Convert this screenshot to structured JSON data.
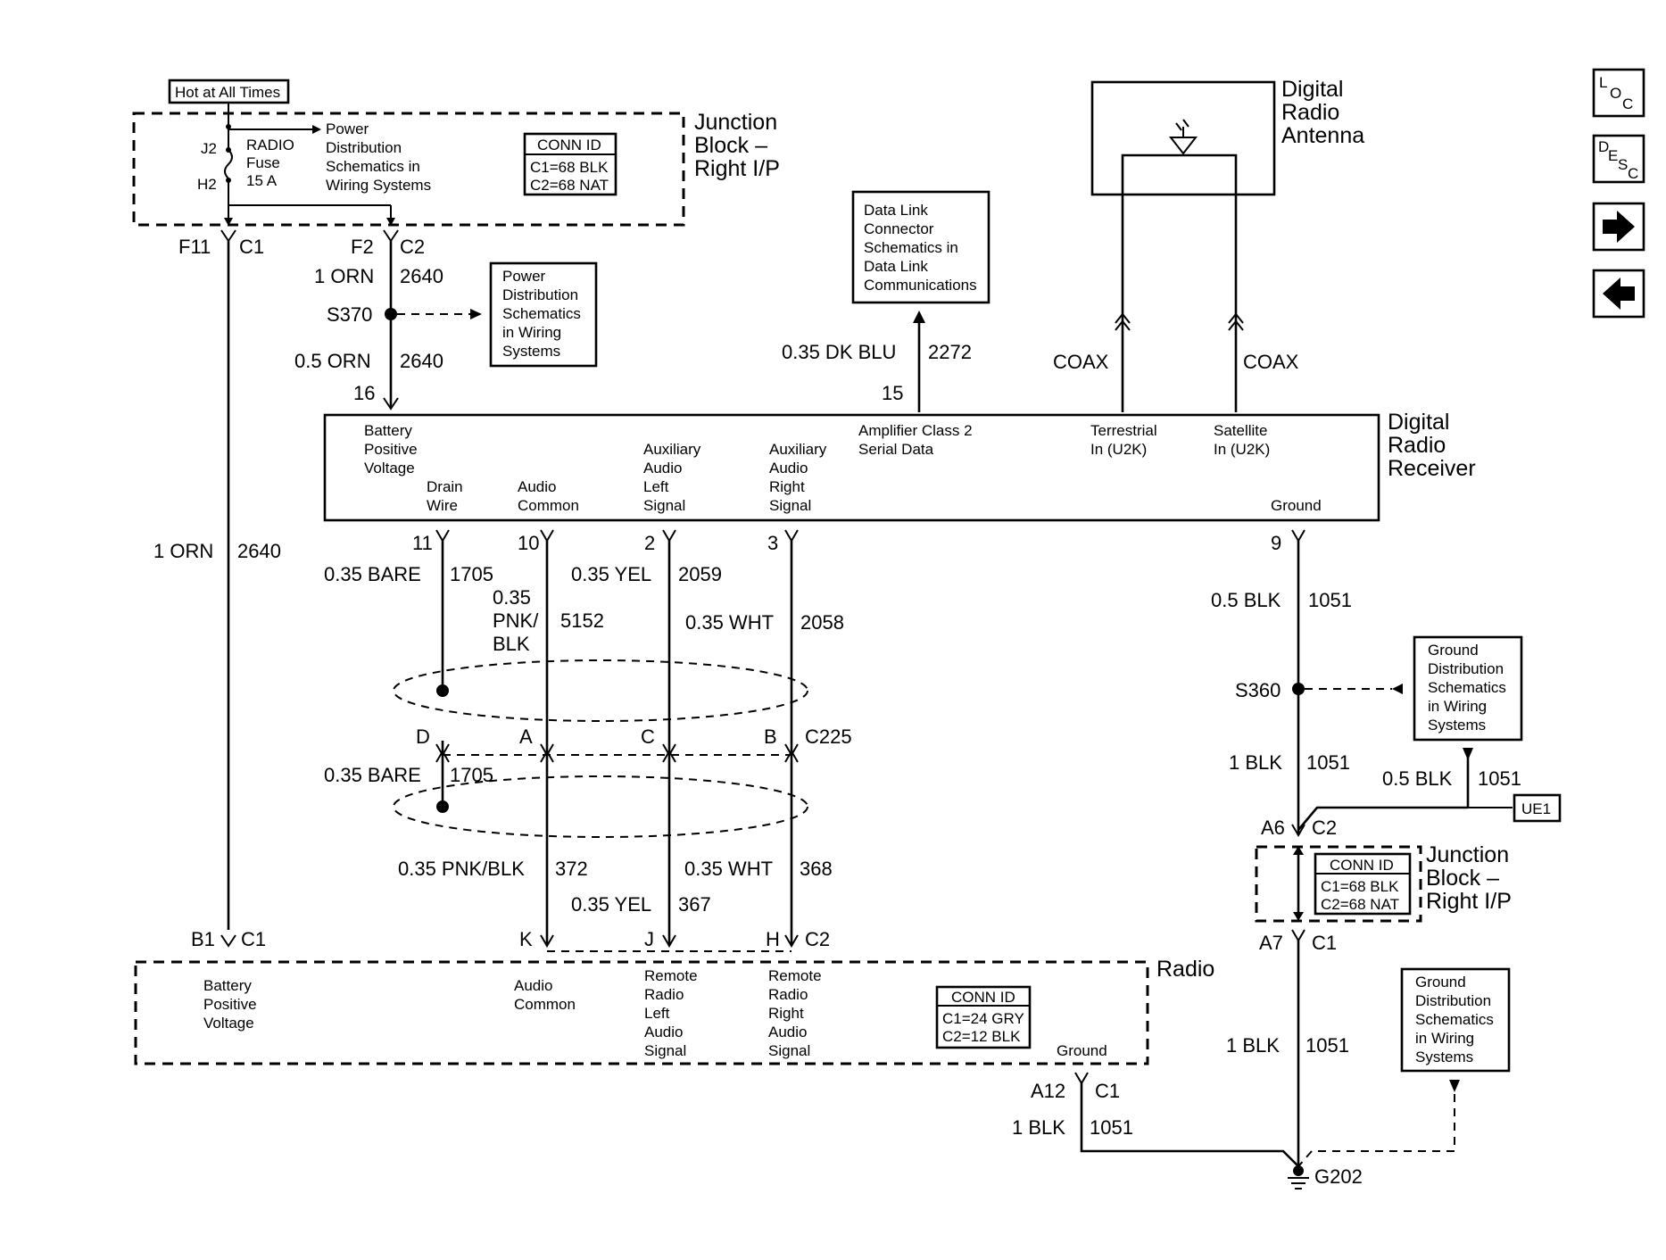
{
  "hot": "Hot at All Times",
  "jb_top": {
    "title": [
      "Junction",
      "Block –",
      "Right I/P"
    ],
    "fuse_label": [
      "RADIO",
      "Fuse",
      "15 A"
    ],
    "j2": "J2",
    "h2": "H2",
    "power_text": [
      "Power",
      "Distribution",
      "Schematics in",
      "Wiring Systems"
    ],
    "conn_title": "CONN ID",
    "conn_lines": [
      "C1=68 BLK",
      "C2=68 NAT"
    ]
  },
  "jb_bottom": {
    "title": [
      "Junction",
      "Block –",
      "Right I/P"
    ],
    "conn_title": "CONN ID",
    "conn_lines": [
      "C1=68 BLK",
      "C2=68 NAT"
    ]
  },
  "radio": {
    "title": "Radio",
    "conn_title": "CONN ID",
    "conn_lines": [
      "C1=24 GRY",
      "C2=12 BLK"
    ],
    "pins": {
      "bat": [
        "Battery",
        "Positive",
        "Voltage"
      ],
      "audio_common": [
        "Audio",
        "Common"
      ],
      "left": [
        "Remote",
        "Radio",
        "Left",
        "Audio",
        "Signal"
      ],
      "right": [
        "Remote",
        "Radio",
        "Right",
        "Audio",
        "Signal"
      ],
      "ground": "Ground"
    }
  },
  "receiver": {
    "title": [
      "Digital",
      "Radio",
      "Receiver"
    ],
    "pins": {
      "bat": [
        "Battery",
        "Positive",
        "Voltage"
      ],
      "drain": [
        "Drain",
        "Wire"
      ],
      "audio_common": [
        "Audio",
        "Common"
      ],
      "aux_left": [
        "Auxiliary",
        "Audio",
        "Left",
        "Signal"
      ],
      "aux_right": [
        "Auxiliary",
        "Audio",
        "Right",
        "Signal"
      ],
      "amp": [
        "Amplifier Class 2",
        "Serial Data"
      ],
      "terrestrial": [
        "Terrestrial",
        "In (U2K)"
      ],
      "satellite": [
        "Satellite",
        "In (U2K)"
      ],
      "ground": "Ground"
    }
  },
  "antenna": {
    "title": [
      "Digital",
      "Radio",
      "Antenna"
    ]
  },
  "refs": {
    "power_dist": [
      "Power",
      "Distribution",
      "Schematics",
      "in Wiring",
      "Systems"
    ],
    "data_link": [
      "Data Link",
      "Connector",
      "Schematics in",
      "Data Link",
      "Communications"
    ],
    "ground_dist_1": [
      "Ground",
      "Distribution",
      "Schematics",
      "in Wiring",
      "Systems"
    ],
    "ground_dist_2": [
      "Ground",
      "Distribution",
      "Schematics",
      "in Wiring",
      "Systems"
    ]
  },
  "wire_labels": {
    "f11": "F11",
    "c1_top": "C1",
    "f2": "F2",
    "c2_top": "C2",
    "orn1_color": "1 ORN",
    "orn1_circuit": "2640",
    "s370": "S370",
    "orn05_color": "0.5 ORN",
    "orn05_circuit": "2640",
    "pin16": "16",
    "dkblu_color": "0.35 DK BLU",
    "dkblu_circuit": "2272",
    "pin15": "15",
    "coax1": "COAX",
    "coax2": "COAX",
    "orn_long_color": "1 ORN",
    "orn_long_circuit": "2640",
    "pin11": "11",
    "pin10": "10",
    "pin2": "2",
    "pin3": "3",
    "pin9": "9",
    "bare_color": "0.35 BARE",
    "bare_circuit": "1705",
    "pnk_color": [
      "0.35",
      "PNK/",
      "BLK"
    ],
    "pnk_circuit": "5152",
    "yel_color": "0.35 YEL",
    "yel_circuit": "2059",
    "wht_color": "0.35 WHT",
    "wht_circuit": "2058",
    "blk05_color": "0.5 BLK",
    "blk05_circuit": "1051",
    "s360": "S360",
    "d": "D",
    "a": "A",
    "c": "C",
    "b": "B",
    "c225": "C225",
    "bare2_color": "0.35 BARE",
    "bare2_circuit": "1705",
    "blk1_color": "1 BLK",
    "blk1_circuit": "1051",
    "blk05b_color": "0.5 BLK",
    "blk05b_circuit": "1051",
    "ue1": "UE1",
    "a6": "A6",
    "c2_mid": "C2",
    "pnkblk_color": "0.35 PNK/BLK",
    "pnkblk_circuit": "372",
    "wht2_color": "0.35 WHT",
    "wht2_circuit": "368",
    "yel2_color": "0.35 YEL",
    "yel2_circuit": "367",
    "a7": "A7",
    "c1_mid": "C1",
    "b1": "B1",
    "c1_b": "C1",
    "k": "K",
    "j": "J",
    "h": "H",
    "c2_b": "C2",
    "blk1b_color": "1 BLK",
    "blk1b_circuit": "1051",
    "a12": "A12",
    "c1_a12": "C1",
    "blk1c_color": "1 BLK",
    "blk1c_circuit": "1051",
    "g202": "G202"
  },
  "nav": {
    "loc_icon": "loc-icon",
    "desc_icon": "desc-icon",
    "next_icon": "arrow-right-icon",
    "prev_icon": "arrow-left-icon"
  }
}
